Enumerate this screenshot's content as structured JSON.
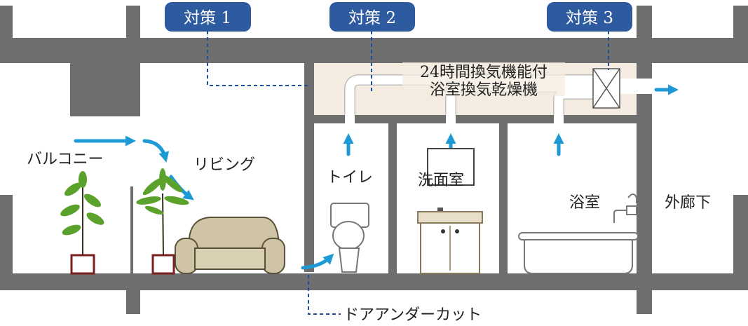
{
  "badges": {
    "b1": "対策 1",
    "b2": "対策 2",
    "b3": "対策 3"
  },
  "device": {
    "line1": "24時間換気機能付",
    "line2": "浴室換気乾燥機"
  },
  "rooms": {
    "balcony": "バルコニー",
    "living": "リビング",
    "toilet": "トイレ",
    "washroom": "洗面室",
    "bathroom": "浴室",
    "corridor": "外廊下"
  },
  "door_undercut": "ドアアンダーカット",
  "colors": {
    "wall": "#6e6e6e",
    "badge": "#2e5aa0",
    "arrow": "#1d9ad6",
    "ceiling_space": "#f4ece0",
    "leader": "#1f4f99",
    "duct": "#ffffff",
    "sofa": "#cfc4a6"
  },
  "icons": [
    "plant-icon",
    "sofa-icon",
    "toilet-icon",
    "washbasin-icon",
    "bathtub-icon",
    "faucet-icon",
    "ventilation-fan-icon"
  ]
}
